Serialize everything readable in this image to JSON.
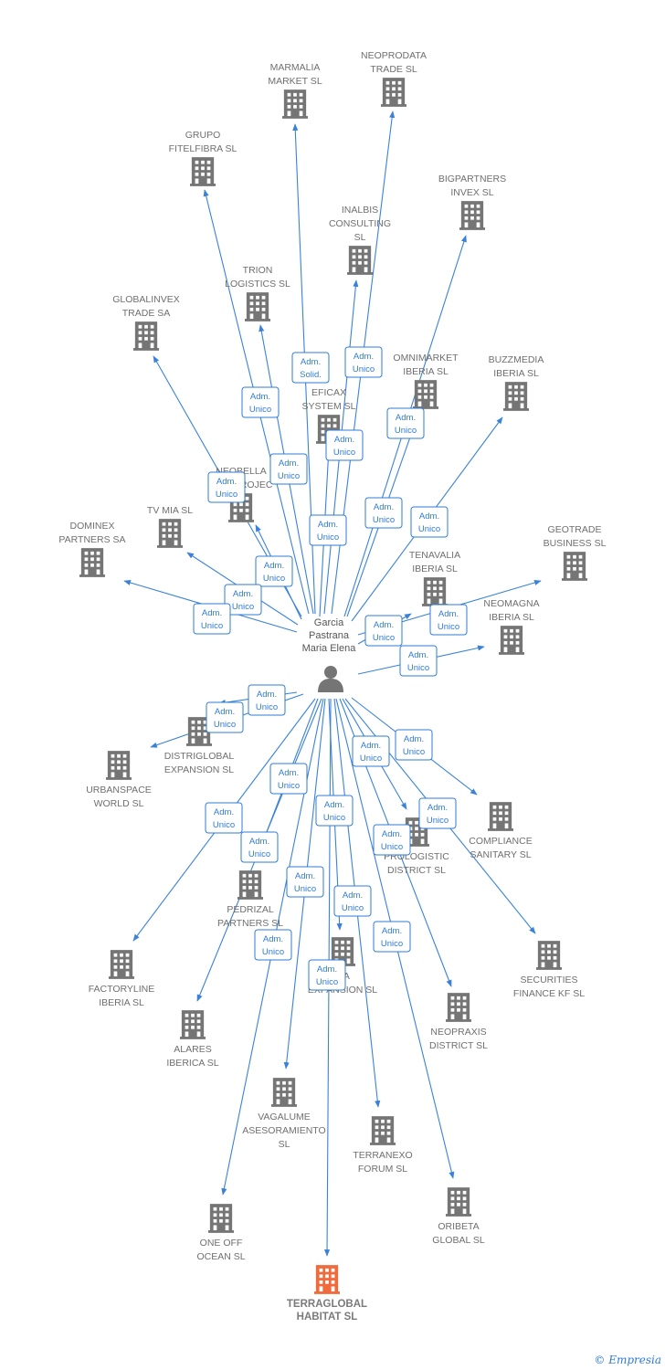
{
  "person": {
    "name_lines": [
      "Garcia",
      "Pastrana",
      "Maria Elena"
    ]
  },
  "colors": {
    "edge": "#3a82d9",
    "node": "#757575",
    "focus": "#f06a3c",
    "badge": "#2f7bd6"
  },
  "companies": [
    {
      "id": "marmalia",
      "lines": [
        "MARMALIA",
        "MARKET  SL"
      ]
    },
    {
      "id": "neoprodata",
      "lines": [
        "NEOPRODATA",
        "TRADE  SL"
      ]
    },
    {
      "id": "grupo",
      "lines": [
        "GRUPO",
        "FITELFIBRA  SL"
      ]
    },
    {
      "id": "bigpartners",
      "lines": [
        "BIGPARTNERS",
        "INVEX  SL"
      ]
    },
    {
      "id": "inalbis",
      "lines": [
        "INALBIS",
        "CONSULTING",
        "SL"
      ]
    },
    {
      "id": "trion",
      "lines": [
        "TRION",
        "LOGISTICS  SL"
      ]
    },
    {
      "id": "globalinvex",
      "lines": [
        "GLOBALINVEX",
        "TRADE SA"
      ]
    },
    {
      "id": "omnimarket",
      "lines": [
        "OMNIMARKET",
        "IBERIA  SL"
      ]
    },
    {
      "id": "buzzmedia",
      "lines": [
        "BUZZMEDIA",
        "IBERIA  SL"
      ]
    },
    {
      "id": "eficax",
      "lines": [
        "EFICAX",
        "SYSTEM SL"
      ]
    },
    {
      "id": "neobella",
      "lines": [
        "NEOBELLA",
        "INNOPROJEC"
      ]
    },
    {
      "id": "tvmia",
      "lines": [
        "TV MIA  SL"
      ]
    },
    {
      "id": "dominex",
      "lines": [
        "DOMINEX",
        "PARTNERS SA"
      ]
    },
    {
      "id": "geotrade",
      "lines": [
        "GEOTRADE",
        "BUSINESS  SL"
      ]
    },
    {
      "id": "tenavalia",
      "lines": [
        "TENAVALIA",
        "IBERIA  SL"
      ]
    },
    {
      "id": "neomagna",
      "lines": [
        "NEOMAGNA",
        "IBERIA  SL"
      ]
    },
    {
      "id": "distriglobal",
      "lines": [
        "DISTRIGLOBAL",
        "EXPANSION  SL"
      ]
    },
    {
      "id": "urbanspace",
      "lines": [
        "URBANSPACE",
        "WORLD  SL"
      ]
    },
    {
      "id": "compliance",
      "lines": [
        "COMPLIANCE",
        "SANITARY  SL"
      ]
    },
    {
      "id": "prologistic",
      "lines": [
        "PROLOGISTIC",
        "DISTRICT  SL"
      ]
    },
    {
      "id": "pedrizal",
      "lines": [
        "PEDRIZAL",
        "PARTNERS  SL"
      ]
    },
    {
      "id": "factoryline",
      "lines": [
        "FACTORYLINE",
        "IBERIA  SL"
      ]
    },
    {
      "id": "securities",
      "lines": [
        "SECURITIES",
        "FINANCE KF  SL"
      ]
    },
    {
      "id": "lia",
      "lines": [
        "LIA",
        "EXPANSION  SL"
      ]
    },
    {
      "id": "alares",
      "lines": [
        "ALARES",
        "IBERICA  SL"
      ]
    },
    {
      "id": "neopraxis",
      "lines": [
        "NEOPRAXIS",
        "DISTRICT  SL"
      ]
    },
    {
      "id": "vagalume",
      "lines": [
        "VAGALUME",
        "ASESORAMIENTO",
        "SL"
      ]
    },
    {
      "id": "terranexo",
      "lines": [
        "TERRANEXO",
        "FORUM  SL"
      ]
    },
    {
      "id": "oneoff",
      "lines": [
        "ONE OFF",
        "OCEAN  SL"
      ]
    },
    {
      "id": "oribeta",
      "lines": [
        "ORIBETA",
        "GLOBAL  SL"
      ]
    },
    {
      "id": "terraglobal",
      "lines": [
        "TERRAGLOBAL",
        "HABITAT  SL"
      ],
      "focus": true
    }
  ],
  "badges": [
    {
      "lines": [
        "Adm.",
        "Solid."
      ]
    },
    {
      "lines": [
        "Adm.",
        "Unico"
      ]
    }
  ],
  "footer": {
    "copyright": "©",
    "brand": "Empresia"
  }
}
